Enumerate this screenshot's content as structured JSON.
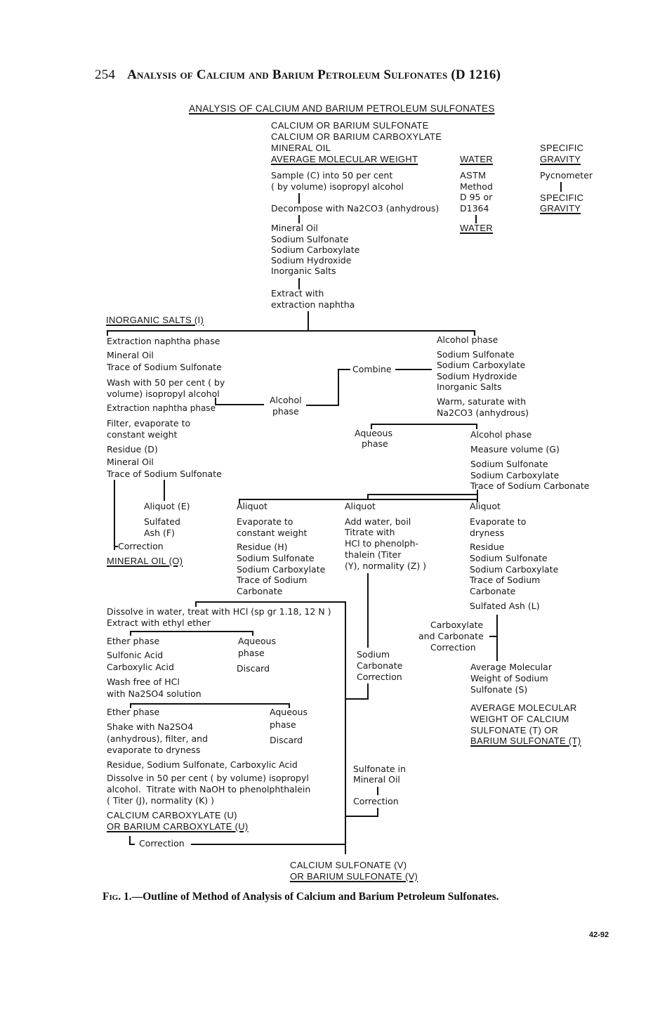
{
  "page": {
    "number": "254",
    "running_head": "Analysis of Calcium and Barium Petroleum Sulfonates (D 1216)",
    "footer_code": "42-92"
  },
  "figure": {
    "caption_label": "Fig. 1.",
    "caption_text": "—Outline of Method of Analysis of Calcium and Barium Petroleum Sulfonates."
  },
  "diagram": {
    "title": "ANALYSIS OF CALCIUM AND BARIUM PETROLEUM SULFONATES",
    "top_targets": [
      "CALCIUM OR BARIUM SULFONATE",
      "CALCIUM OR BARIUM CARBOXYLATE",
      "MINERAL OIL"
    ],
    "amw_branch": {
      "heading": "AVERAGE MOLECULAR WEIGHT",
      "step1": [
        "Sample (C) into 50 per cent",
        "( by volume) isopropyl alcohol"
      ],
      "step2": "Decompose with Na2CO3 (anhydrous)",
      "mixture": [
        "Mineral Oil",
        "Sodium Sulfonate",
        "Sodium Carboxylate",
        "Sodium Hydroxide",
        "Inorganic Salts"
      ],
      "extract": [
        "Extract with",
        "extraction naphtha"
      ]
    },
    "water_branch": {
      "heading": "WATER",
      "method": [
        "ASTM",
        "Method",
        "D 95 or",
        "D1364"
      ],
      "result": "WATER"
    },
    "sg_branch": {
      "heading": [
        "SPECIFIC",
        "GRAVITY"
      ],
      "method": "Pycnometer",
      "result": [
        "SPECIFIC",
        "GRAVITY"
      ]
    },
    "inorganic_salts": "INORGANIC SALTS (I)",
    "naphtha_phase": {
      "heading": "Extraction naphtha phase",
      "contents": [
        "Mineral Oil",
        "Trace of Sodium Sulfonate"
      ],
      "wash": [
        "Wash with 50 per cent ( by",
        "volume) isopropyl alcohol"
      ],
      "phase2": "Extraction naphtha phase",
      "filter": [
        "Filter, evaporate to",
        "constant weight"
      ],
      "residue": [
        "Residue (D)",
        "Mineral Oil",
        "Trace of Sodium Sulfonate"
      ],
      "aliquot": [
        "Aliquot (E)",
        "Sulfated",
        "Ash (F)"
      ],
      "correction": "Correction",
      "result": "MINERAL OIL (O)"
    },
    "alcohol_phase_label": [
      "Alcohol",
      "phase"
    ],
    "combine_label": "Combine",
    "alcohol_phase": {
      "heading": "Alcohol phase",
      "contents": [
        "Sodium Sulfonate",
        "Sodium Carboxylate",
        "Sodium Hydroxide",
        "Inorganic Salts"
      ],
      "warm": [
        "Warm, saturate with",
        "Na2CO3 (anhydrous)"
      ]
    },
    "aqueous_phase_label": [
      "Aqueous",
      "phase"
    ],
    "alcohol_phase2": {
      "heading": "Alcohol phase",
      "measure": "Measure volume (G)",
      "contents": [
        "Sodium Sulfonate",
        "Sodium Carboxylate",
        "Trace of Sodium Carbonate"
      ]
    },
    "aliquot_h": {
      "heading": "Aliquot",
      "steps": [
        "Evaporate to",
        "constant weight"
      ],
      "residue": [
        "Residue (H)",
        "Sodium Sulfonate",
        "Sodium Carboxylate",
        "Trace of Sodium",
        "Carbonate"
      ]
    },
    "aliquot_titrate": {
      "heading": "Aliquot",
      "steps": [
        "Add water, boil",
        "Titrate with",
        "HCl to phenolph-",
        "thalein (Titer",
        "(Y), normality (Z) )"
      ],
      "correction": [
        "Sodium",
        "Carbonate",
        "Correction"
      ]
    },
    "aliquot_ash": {
      "heading": "Aliquot",
      "steps": [
        "Evaporate to",
        "dryness"
      ],
      "residue": [
        "Residue",
        "Sodium Sulfonate",
        "Sodium Carboxylate",
        "Trace of Sodium",
        "Carbonate"
      ],
      "ash": "Sulfated Ash (L)",
      "correction": [
        "Carboxylate",
        "and Carbonate",
        "Correction"
      ],
      "avg": [
        "Average Molecular",
        "Weight of Sodium",
        "Sulfonate (S)"
      ],
      "result": [
        "AVERAGE MOLECULAR",
        "WEIGHT OF CALCIUM",
        "SULFONATE (T) OR",
        "BARIUM SULFONATE (T)"
      ]
    },
    "acid_branch": {
      "dissolve": [
        "Dissolve in water, treat with HCl (sp gr 1.18, 12 N )",
        "Extract with ethyl ether"
      ],
      "ether_phase": "Ether phase",
      "acids": [
        "Sulfonic Acid",
        "Carboxylic Acid"
      ],
      "wash": [
        "Wash free of HCl",
        "with Na2SO4 solution"
      ],
      "aqueous1": [
        "Aqueous",
        "phase",
        "Discard"
      ],
      "ether_phase2": "Ether phase",
      "shake": [
        "Shake with Na2SO4",
        "(anhydrous), filter, and",
        "evaporate to dryness"
      ],
      "aqueous2": [
        "Aqueous",
        "phase",
        "Discard"
      ],
      "residue": "Residue, Sodium Sulfonate, Carboxylic Acid",
      "titrate": [
        "Dissolve in 50 per cent ( by volume) isopropyl",
        "alcohol.  Titrate with NaOH to phenolphthalein",
        "( Titer (J), normality (K) )"
      ],
      "result": [
        "CALCIUM CARBOXYLATE (U)",
        "OR BARIUM CARBOXYLATE (U)"
      ],
      "correction": "Correction"
    },
    "sulfonate_in_oil": [
      "Sulfonate in",
      "Mineral Oil"
    ],
    "sulfonate_correction": "Correction",
    "final_result": [
      "CALCIUM SULFONATE (V)",
      "OR BARIUM SULFONATE (V)"
    ]
  }
}
